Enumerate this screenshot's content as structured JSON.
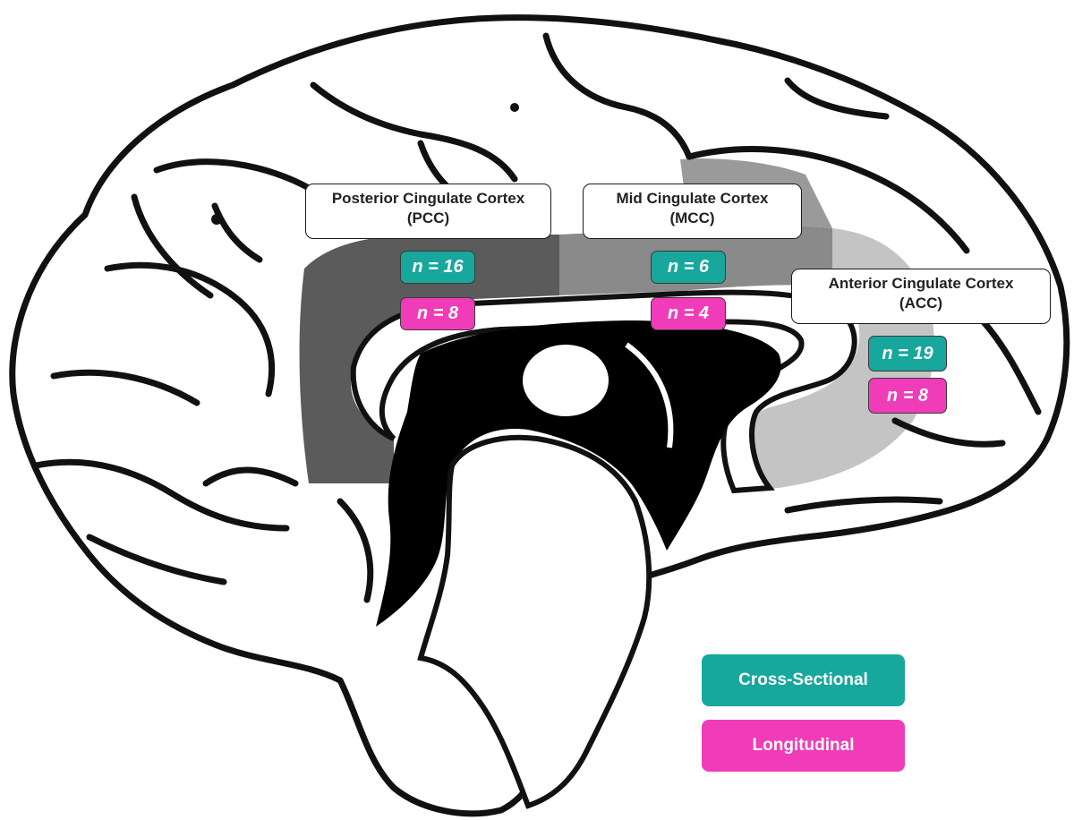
{
  "colors": {
    "cross_sectional": "#17A79C",
    "longitudinal": "#F03CB8",
    "pcc_fill": "#5b5b5b",
    "mcc_fill": "#8a8a8a",
    "acc_fill": "#c4c4c4"
  },
  "regions": {
    "pcc": {
      "name": "Posterior Cingulate Cortex",
      "abbr": "(PCC)",
      "cross_sectional": "n = 16",
      "longitudinal": "n = 8"
    },
    "mcc": {
      "name": "Mid Cingulate Cortex",
      "abbr": "(MCC)",
      "cross_sectional": "n = 6",
      "longitudinal": "n = 4"
    },
    "acc": {
      "name": "Anterior Cingulate Cortex",
      "abbr": "(ACC)",
      "cross_sectional": "n = 19",
      "longitudinal": "n = 8"
    }
  },
  "legend": {
    "cross_sectional": "Cross-Sectional",
    "longitudinal": "Longitudinal"
  }
}
